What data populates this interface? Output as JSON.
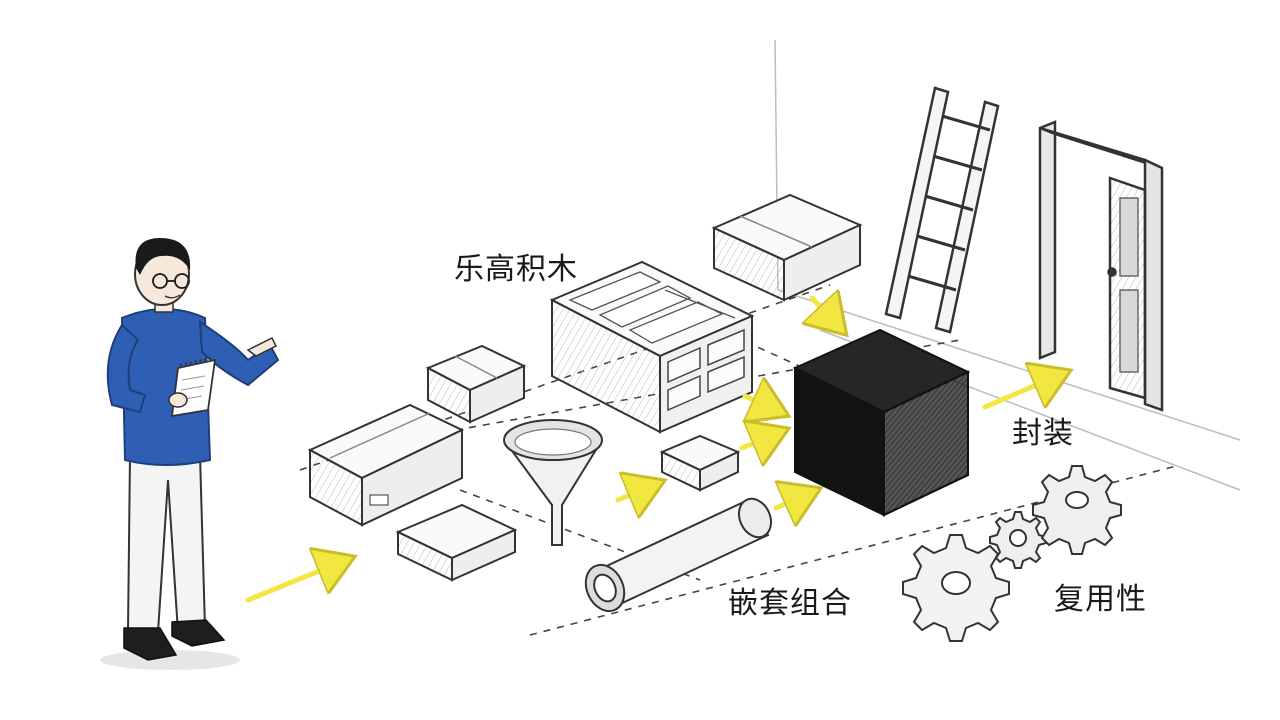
{
  "labels": {
    "lego": "乐高积木",
    "encapsulation": "封装",
    "nested_composition": "嵌套组合",
    "reusability": "复用性"
  },
  "colors": {
    "arrow": "#f2e640",
    "sweater": "#2f5fb4",
    "black_box": "#121212",
    "ink": "#2a2a2a"
  }
}
